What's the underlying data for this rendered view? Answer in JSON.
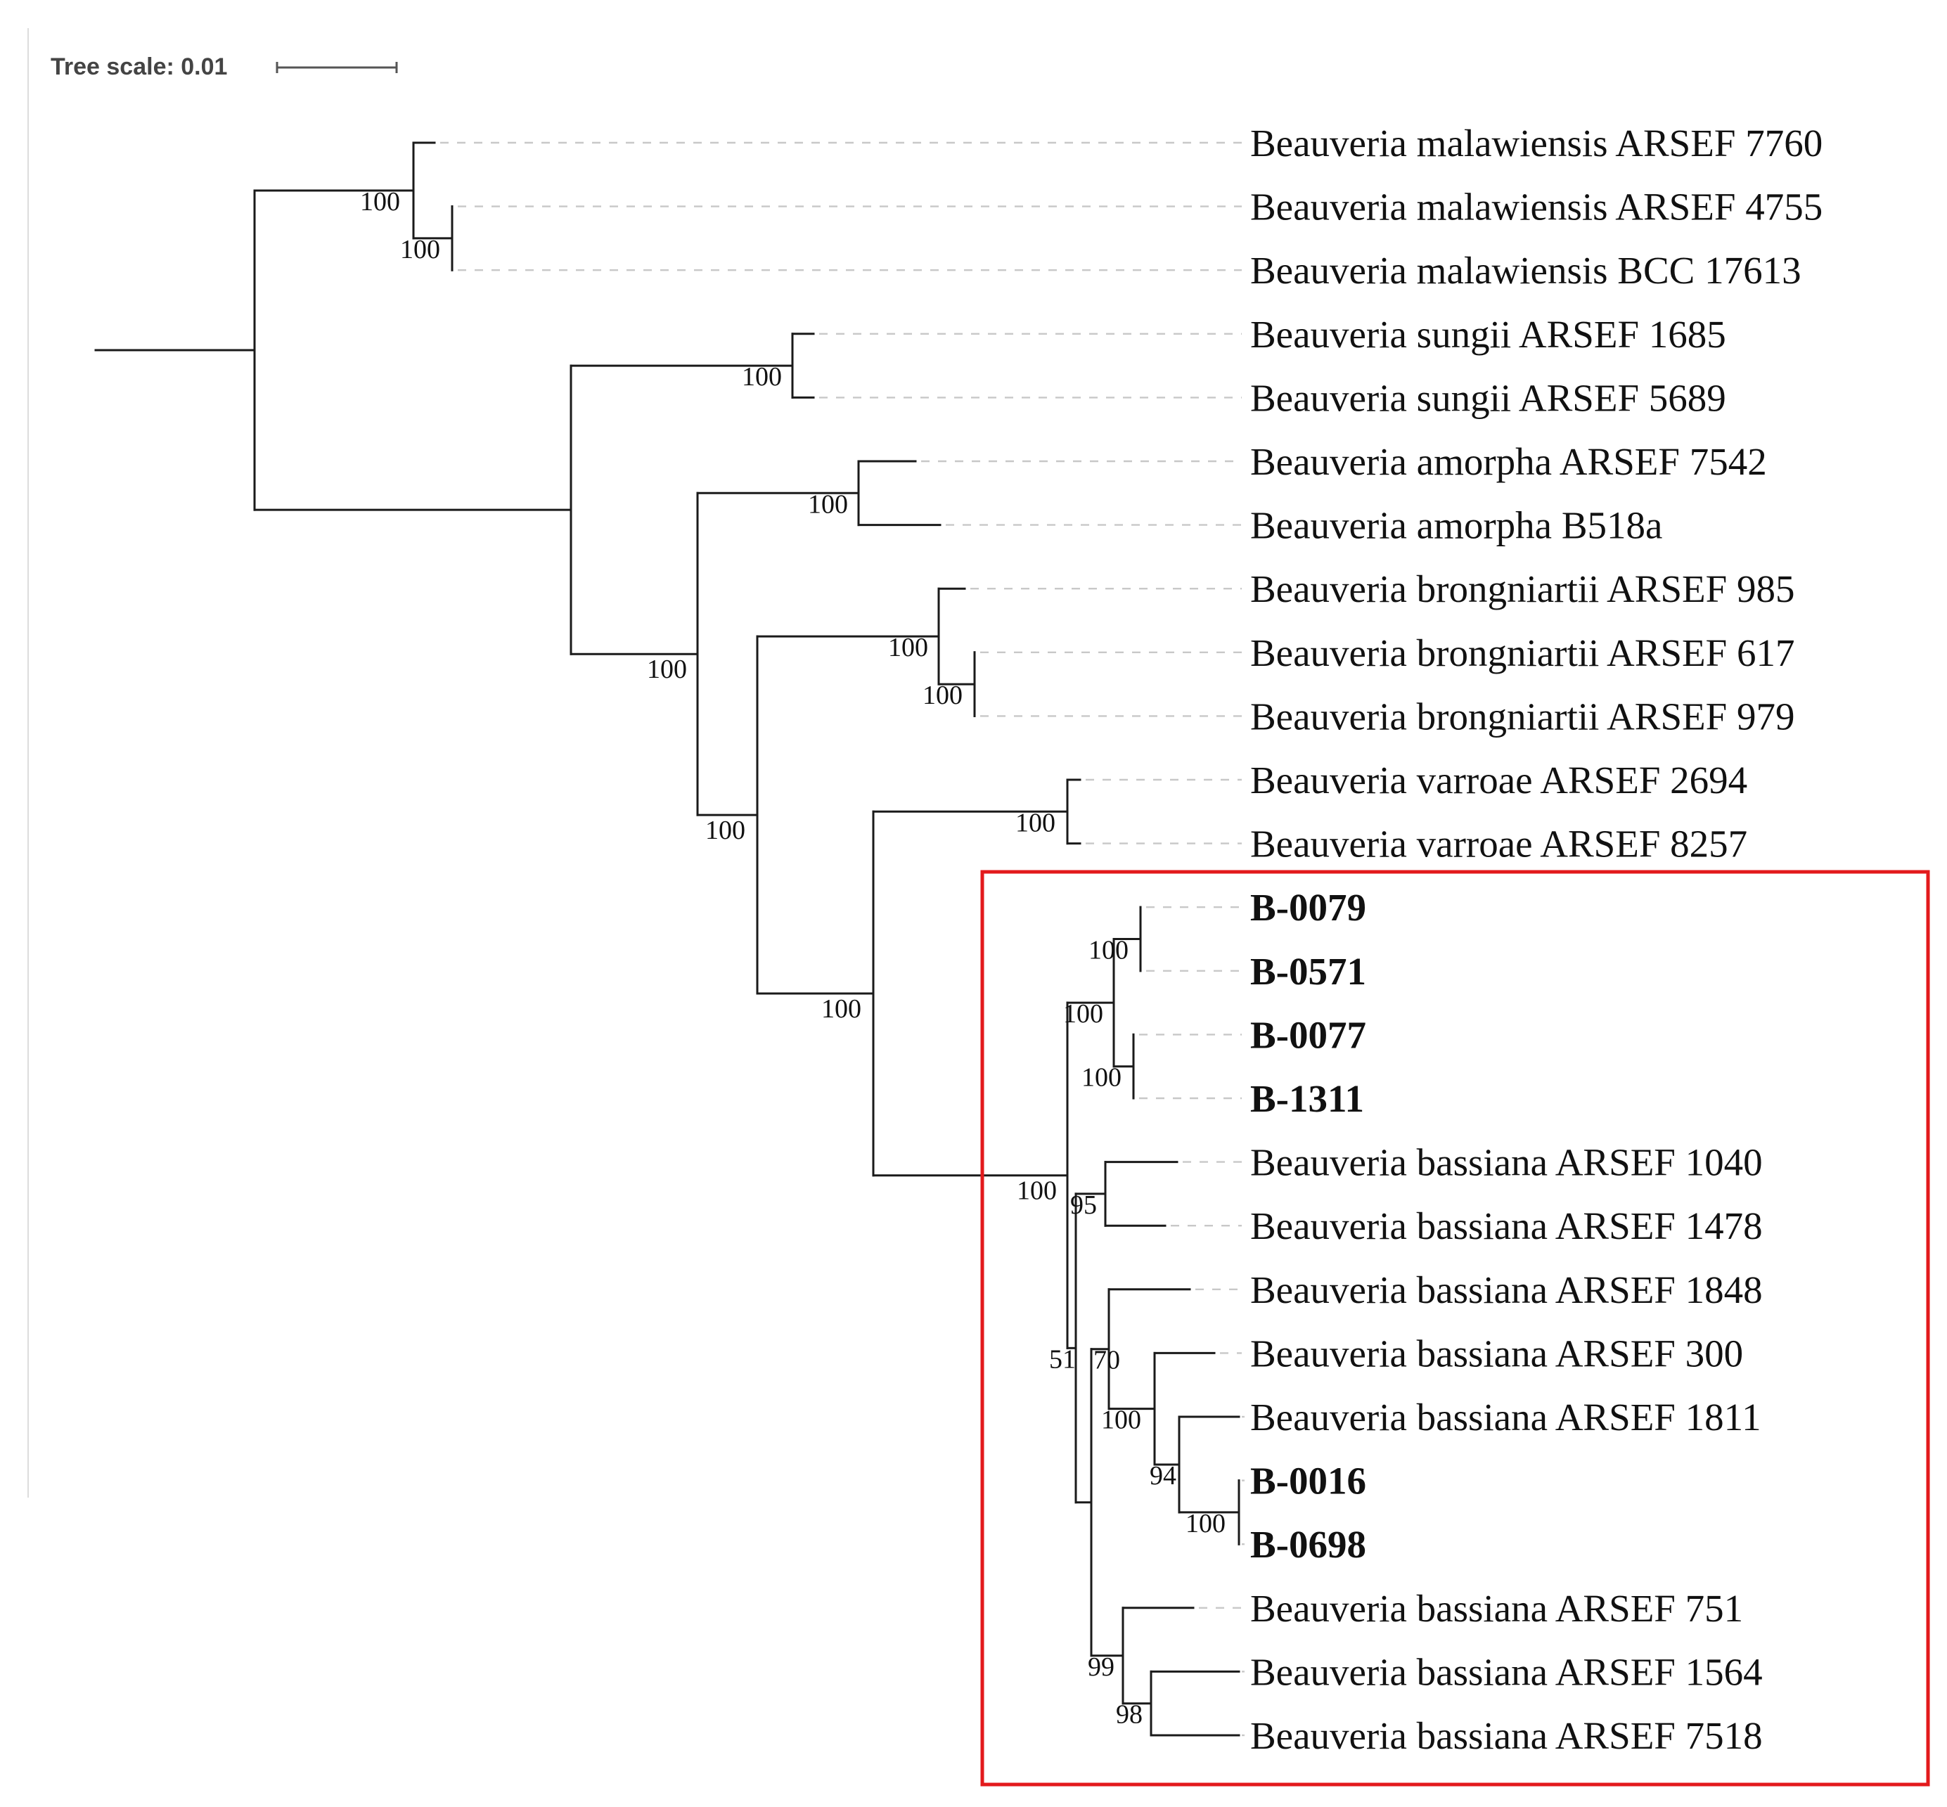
{
  "scale_bar": {
    "label": "Tree scale: 0.01"
  },
  "highlight": {
    "color": "#e31a1c"
  },
  "taxa": [
    {
      "id": "mal7760",
      "label": "Beauveria malawiensis ARSEF 7760",
      "bold": false
    },
    {
      "id": "mal4755",
      "label": "Beauveria malawiensis ARSEF 4755",
      "bold": false
    },
    {
      "id": "mal17613",
      "label": "Beauveria malawiensis BCC 17613",
      "bold": false
    },
    {
      "id": "sun1685",
      "label": "Beauveria sungii ARSEF 1685",
      "bold": false
    },
    {
      "id": "sun5689",
      "label": "Beauveria sungii ARSEF 5689",
      "bold": false
    },
    {
      "id": "amo7542",
      "label": "Beauveria amorpha ARSEF 7542",
      "bold": false
    },
    {
      "id": "amoB518a",
      "label": "Beauveria amorpha B518a",
      "bold": false
    },
    {
      "id": "bro985",
      "label": "Beauveria brongniartii ARSEF 985",
      "bold": false
    },
    {
      "id": "bro617",
      "label": "Beauveria brongniartii ARSEF 617",
      "bold": false
    },
    {
      "id": "bro979",
      "label": "Beauveria brongniartii ARSEF 979",
      "bold": false
    },
    {
      "id": "var2694",
      "label": "Beauveria varroae ARSEF 2694",
      "bold": false
    },
    {
      "id": "var8257",
      "label": "Beauveria varroae ARSEF 8257",
      "bold": false
    },
    {
      "id": "b0079",
      "label": "B-0079",
      "bold": true
    },
    {
      "id": "b0571",
      "label": "B-0571",
      "bold": true
    },
    {
      "id": "b0077",
      "label": "B-0077",
      "bold": true
    },
    {
      "id": "b1311",
      "label": "B-1311",
      "bold": true
    },
    {
      "id": "bas1040",
      "label": "Beauveria bassiana ARSEF 1040",
      "bold": false
    },
    {
      "id": "bas1478",
      "label": "Beauveria bassiana ARSEF 1478",
      "bold": false
    },
    {
      "id": "bas1848",
      "label": "Beauveria bassiana ARSEF 1848",
      "bold": false
    },
    {
      "id": "bas300",
      "label": "Beauveria bassiana ARSEF 300",
      "bold": false
    },
    {
      "id": "bas1811",
      "label": "Beauveria bassiana ARSEF 1811",
      "bold": false
    },
    {
      "id": "b0016",
      "label": "B-0016",
      "bold": true
    },
    {
      "id": "b0698",
      "label": "B-0698",
      "bold": true
    },
    {
      "id": "bas751",
      "label": "Beauveria bassiana ARSEF 751",
      "bold": false
    },
    {
      "id": "bas1564",
      "label": "Beauveria bassiana ARSEF 1564",
      "bold": false
    },
    {
      "id": "bas7518",
      "label": "Beauveria bassiana ARSEF 7518",
      "bold": false
    }
  ],
  "clades": [
    {
      "id": "n_root",
      "support": ""
    },
    {
      "id": "n_mal",
      "support": "100"
    },
    {
      "id": "n_mal2",
      "support": "100"
    },
    {
      "id": "n_rest",
      "support": ""
    },
    {
      "id": "n_sun",
      "support": "100"
    },
    {
      "id": "n_amb",
      "support": "100"
    },
    {
      "id": "n_amo",
      "support": "100"
    },
    {
      "id": "n_bv",
      "support": "100"
    },
    {
      "id": "n_bro",
      "support": "100"
    },
    {
      "id": "n_bro2",
      "support": "100"
    },
    {
      "id": "n_vb",
      "support": "100"
    },
    {
      "id": "n_var",
      "support": "100"
    },
    {
      "id": "n_bas",
      "support": "100"
    },
    {
      "id": "n_b4",
      "support": "100"
    },
    {
      "id": "n_b4a",
      "support": "100"
    },
    {
      "id": "n_b4b",
      "support": "100"
    },
    {
      "id": "n_rem",
      "support": "51"
    },
    {
      "id": "n_95",
      "support": "95"
    },
    {
      "id": "n_r2",
      "support": ""
    },
    {
      "id": "n_70",
      "support": "70"
    },
    {
      "id": "n_100c",
      "support": "100"
    },
    {
      "id": "n_94",
      "support": "94"
    },
    {
      "id": "n_b16",
      "support": "100"
    },
    {
      "id": "n_99",
      "support": "99"
    },
    {
      "id": "n_98",
      "support": "98"
    }
  ]
}
